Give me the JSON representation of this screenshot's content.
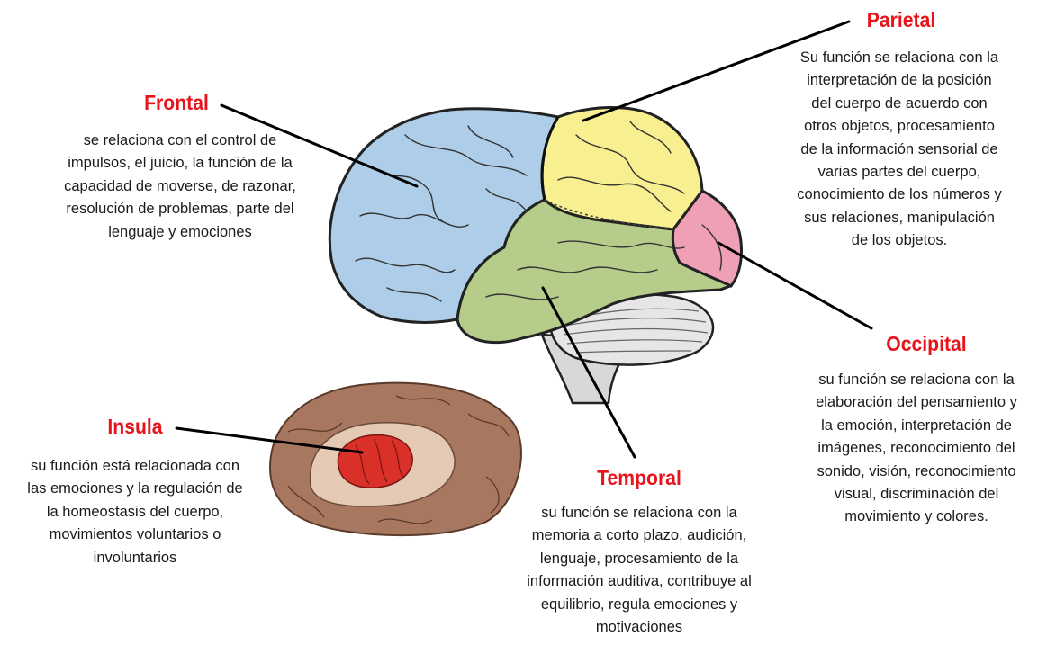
{
  "lobes": {
    "frontal": {
      "title": "Frontal",
      "lines": [
        "se relaciona con el control de",
        "impulsos, el juicio, la función de la",
        "capacidad de moverse, de razonar,",
        "resolución de problemas, parte del",
        "lenguaje y emociones"
      ],
      "color": "#aecde8"
    },
    "parietal": {
      "title": "Parietal",
      "lines": [
        "Su función se relaciona con la",
        "interpretación de la posición",
        "del cuerpo de acuerdo con",
        "otros objetos, procesamiento",
        "de la información sensorial de",
        "varias partes del cuerpo,",
        "conocimiento de los números y",
        "sus relaciones, manipulación",
        "de los objetos."
      ],
      "color": "#f7ef90"
    },
    "occipital": {
      "title": "Occipital",
      "lines": [
        "su función se relaciona con la",
        "elaboración del pensamiento y",
        "la emoción, interpretación de",
        "imágenes, reconocimiento del",
        "sonido, visión, reconocimiento",
        "visual, discriminación del",
        "movimiento y colores."
      ],
      "color": "#f0a0b4"
    },
    "temporal": {
      "title": "Temporal",
      "lines": [
        "su función se relaciona con la",
        "memoria a corto plazo, audición,",
        "lenguaje, procesamiento de la",
        "información auditiva,  contribuye al",
        "equilibrio, regula emociones y",
        "motivaciones"
      ],
      "color": "#b5cc8a"
    },
    "insula": {
      "title": "Insula",
      "lines": [
        "su función está relacionada con",
        "las emociones y la regulación de",
        "la homeostasis del cuerpo,",
        "movimientos voluntarios o",
        "involuntarios"
      ],
      "color": "#d9302a"
    }
  },
  "colors": {
    "title": "#e8141c",
    "text": "#1a1a1a",
    "outline": "#222222",
    "cerebellum": "#e6e6e6",
    "cortex_brown": "#a87760"
  }
}
